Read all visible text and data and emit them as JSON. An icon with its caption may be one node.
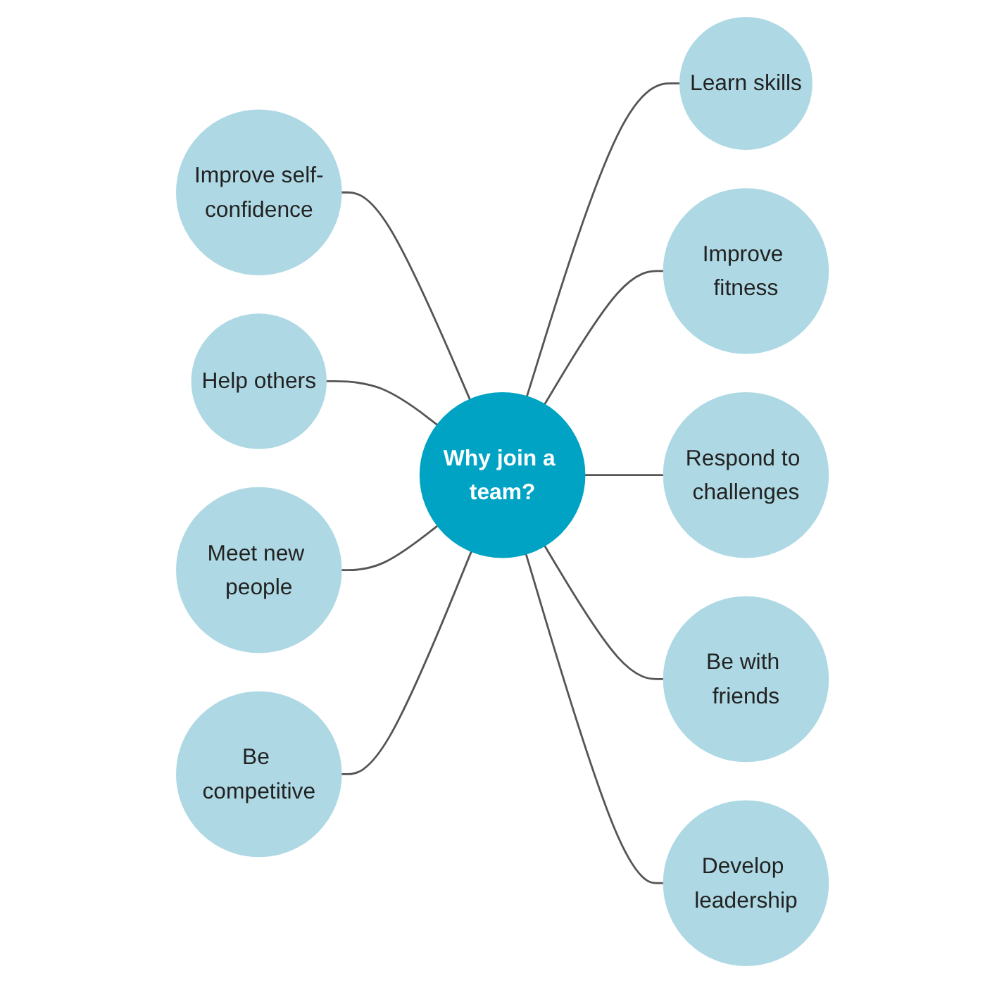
{
  "diagram": {
    "nodes": [
      {
        "text": [
          "Improve self-confidence"
        ]
      },
      {
        "text": [
          "Learn skills"
        ]
      },
      {
        "text": [
          "Help others"
        ]
      },
      {
        "text": [
          "Improve fitness"
        ]
      },
      {
        "text": [
          "Why join a team?"
        ]
      },
      {
        "text": [
          "Meet new people"
        ]
      },
      {
        "text": [
          "Respond to challenges"
        ]
      },
      {
        "text": [
          "Be competitive"
        ]
      },
      {
        "text": [
          "Be with friends"
        ]
      },
      {
        "text": [
          "Develop leadership"
        ]
      }
    ],
    "edges": [
      {
        "from": 0,
        "to": 4,
        "arrow": "none"
      },
      {
        "from": 4,
        "to": 1,
        "arrow": "none"
      },
      {
        "from": 2,
        "to": 4,
        "arrow": "none"
      },
      {
        "from": 4,
        "to": 3,
        "arrow": "none"
      },
      {
        "from": 5,
        "to": 4,
        "arrow": "none"
      },
      {
        "from": 4,
        "to": 6,
        "arrow": "none"
      },
      {
        "from": 7,
        "to": 4,
        "arrow": "none"
      },
      {
        "from": 4,
        "to": 8,
        "arrow": "none"
      },
      {
        "from": 4,
        "to": 9,
        "arrow": "none"
      }
    ]
  }
}
